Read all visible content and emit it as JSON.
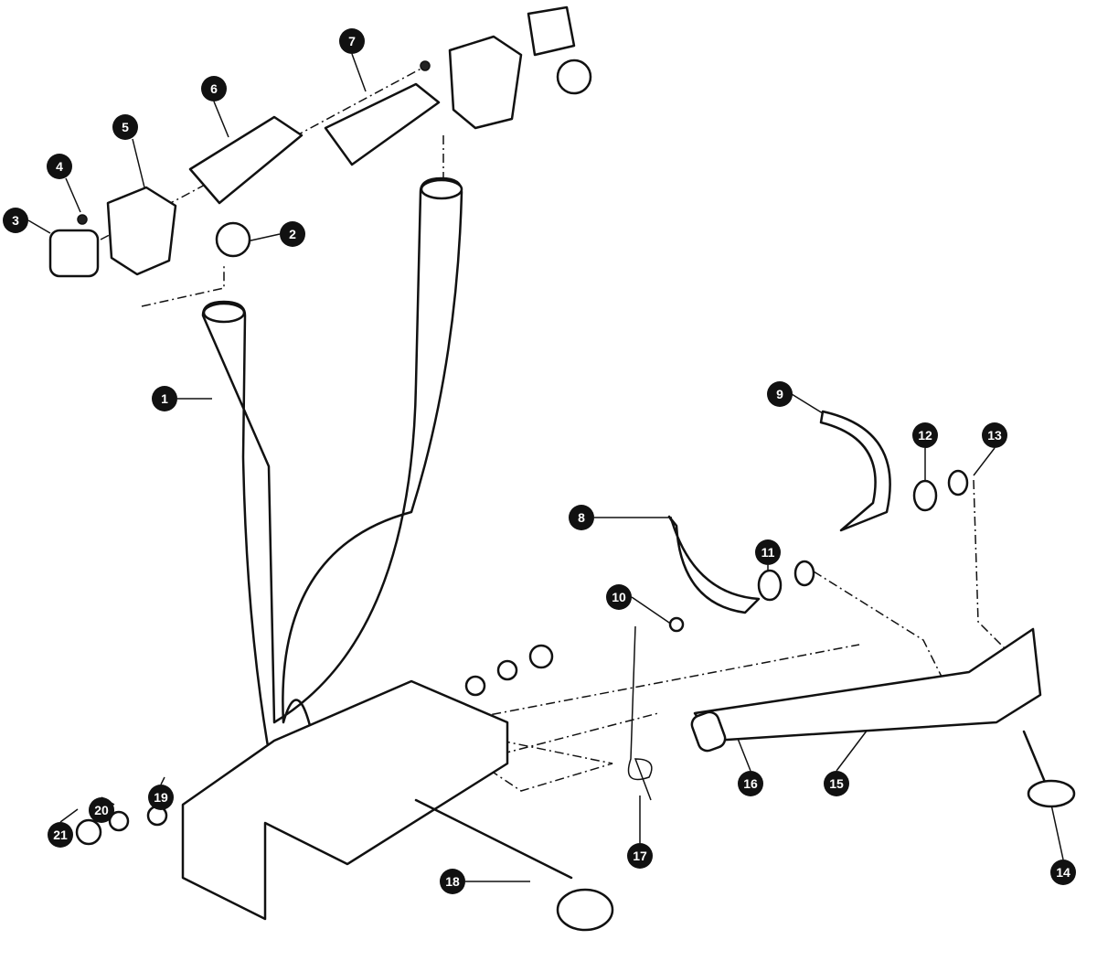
{
  "diagram": {
    "type": "exploded-parts-diagram",
    "callouts": [
      "1",
      "2",
      "3",
      "4",
      "5",
      "6",
      "7",
      "8",
      "9",
      "10",
      "11",
      "12",
      "13",
      "14",
      "15",
      "16",
      "17",
      "18",
      "19",
      "20",
      "21"
    ]
  }
}
